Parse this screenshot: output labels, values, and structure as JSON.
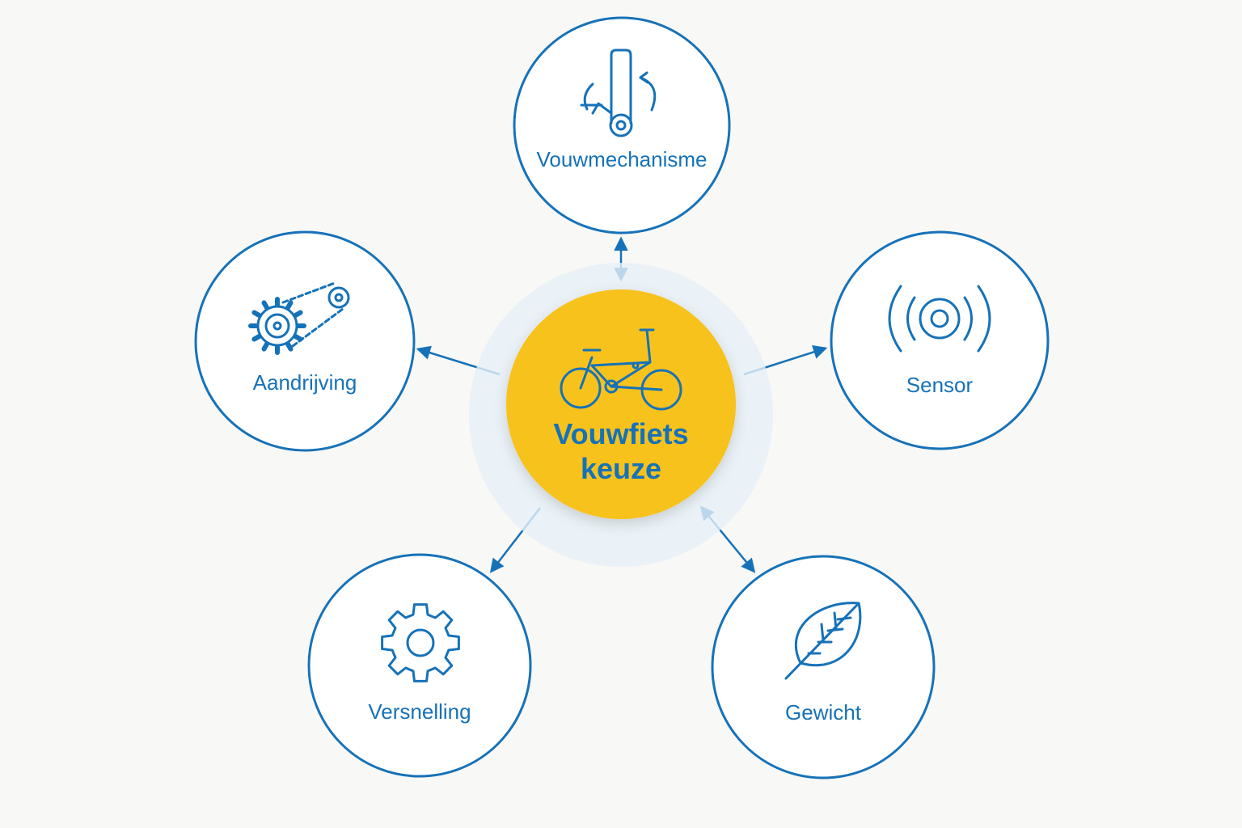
{
  "center": {
    "title_line1": "Vouwfiets",
    "title_line2": "keuze",
    "icon": "folding-bike-icon"
  },
  "nodes": [
    {
      "id": "vouwmechanisme",
      "label": "Vouwmechanisme",
      "icon": "folding-hinge-icon"
    },
    {
      "id": "sensor",
      "label": "Sensor",
      "icon": "sensor-waves-icon"
    },
    {
      "id": "gewicht",
      "label": "Gewicht",
      "icon": "feather-icon"
    },
    {
      "id": "versnelling",
      "label": "Versnelling",
      "icon": "gear-icon"
    },
    {
      "id": "aandrijving",
      "label": "Aandrijving",
      "icon": "chain-drive-icon"
    }
  ],
  "colors": {
    "background": "#f8f8f6",
    "accent_blue": "#1672b8",
    "center_yellow": "#f8c21c",
    "halo": "#e6f0f8",
    "node_fill": "#ffffff"
  }
}
